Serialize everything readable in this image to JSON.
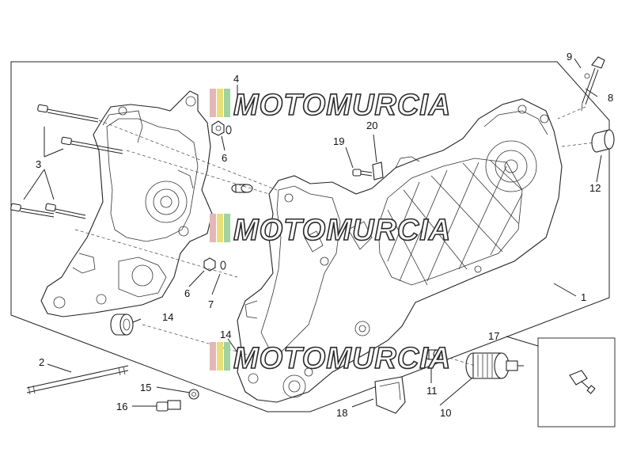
{
  "diagram": {
    "callouts": [
      {
        "id": "c1",
        "text": "1"
      },
      {
        "id": "c2",
        "text": "2"
      },
      {
        "id": "c3",
        "text": "3"
      },
      {
        "id": "c4",
        "text": "4"
      },
      {
        "id": "c6a",
        "text": "6"
      },
      {
        "id": "c6b",
        "text": "6"
      },
      {
        "id": "c7",
        "text": "7"
      },
      {
        "id": "c8",
        "text": "8"
      },
      {
        "id": "c9",
        "text": "9"
      },
      {
        "id": "c10",
        "text": "10"
      },
      {
        "id": "c11",
        "text": "11"
      },
      {
        "id": "c12",
        "text": "12"
      },
      {
        "id": "c14a",
        "text": "14"
      },
      {
        "id": "c14b",
        "text": "14"
      },
      {
        "id": "c15",
        "text": "15"
      },
      {
        "id": "c16",
        "text": "16"
      },
      {
        "id": "c17",
        "text": "17"
      },
      {
        "id": "c18",
        "text": "18"
      },
      {
        "id": "c19",
        "text": "19"
      },
      {
        "id": "c20",
        "text": "20"
      }
    ],
    "watermark": {
      "text": "MOTOMURCIA",
      "stripe_colors": [
        "#e3b7b7",
        "#e7e07a",
        "#9fd3a0"
      ]
    }
  }
}
